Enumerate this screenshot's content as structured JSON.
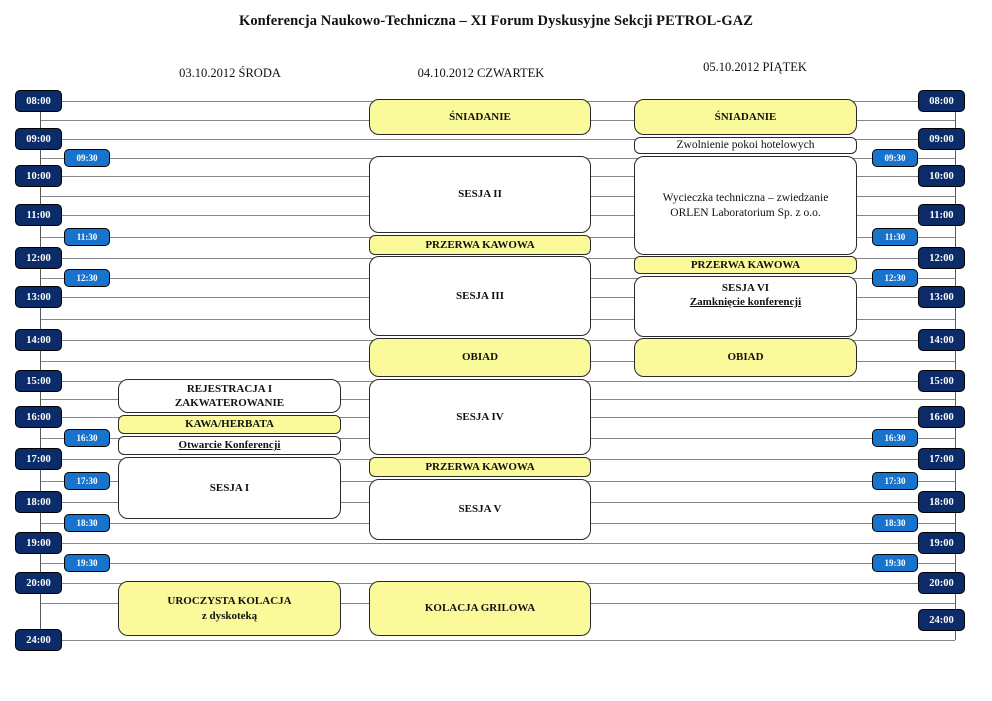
{
  "title": "Konferencja Naukowo-Techniczna – XI Forum Dyskusyjne Sekcji PETROL-GAZ",
  "colors": {
    "hour_chip": "#0b2c68",
    "half_hour_chip": "#1873cc",
    "event_yellow": "#fbfa9b",
    "event_white": "#ffffff",
    "grid_line": "#858585",
    "text": "#111111"
  },
  "timeline": {
    "hours": [
      "08:00",
      "09:00",
      "10:00",
      "11:00",
      "12:00",
      "13:00",
      "14:00",
      "15:00",
      "16:00",
      "17:00",
      "18:00",
      "19:00",
      "20:00",
      "24:00"
    ],
    "half_hours": [
      "09:30",
      "11:30",
      "12:30",
      "16:30",
      "17:30",
      "18:30",
      "19:30"
    ]
  },
  "days": [
    {
      "header": "03.10.2012 ŚRODA",
      "events": [
        {
          "start": "15:00",
          "end": "16:00",
          "style": "white",
          "lines": [
            {
              "text": "REJESTRACJA I",
              "bold": true
            },
            {
              "text": "ZAKWATEROWANIE",
              "bold": true
            }
          ]
        },
        {
          "start": "16:00",
          "end": "16:30",
          "style": "yellow",
          "lines": [
            {
              "text": "KAWA/HERBATA",
              "bold": true
            }
          ]
        },
        {
          "start": "16:30",
          "end": "17:00",
          "style": "white",
          "lines": [
            {
              "text": "Otwarcie Konferencji",
              "bold": true,
              "underline": true
            }
          ]
        },
        {
          "start": "17:00",
          "end": "18:30",
          "style": "white",
          "lines": [
            {
              "text": "SESJA I",
              "bold": true
            }
          ]
        },
        {
          "start": "20:00",
          "end": "24:00",
          "style": "yellow",
          "lines": [
            {
              "text": "UROCZYSTA KOLACJA",
              "bold": true
            },
            {
              "text": "z dyskoteką",
              "bold": true
            }
          ]
        }
      ]
    },
    {
      "header": "04.10.2012 CZWARTEK",
      "events": [
        {
          "start": "08:00",
          "end": "09:00",
          "style": "yellow",
          "lines": [
            {
              "text": "ŚNIADANIE",
              "bold": true
            }
          ]
        },
        {
          "start": "09:30",
          "end": "11:30",
          "style": "white",
          "lines": [
            {
              "text": "SESJA II",
              "bold": true
            }
          ]
        },
        {
          "start": "11:30",
          "end": "12:00",
          "style": "yellow",
          "lines": [
            {
              "text": "PRZERWA KAWOWA",
              "bold": true
            }
          ]
        },
        {
          "start": "12:00",
          "end": "14:00",
          "style": "white",
          "lines": [
            {
              "text": "SESJA III",
              "bold": true
            }
          ]
        },
        {
          "start": "14:00",
          "end": "15:00",
          "style": "yellow",
          "lines": [
            {
              "text": "OBIAD",
              "bold": true
            }
          ]
        },
        {
          "start": "15:00",
          "end": "17:00",
          "style": "white",
          "lines": [
            {
              "text": "SESJA IV",
              "bold": true
            }
          ]
        },
        {
          "start": "17:00",
          "end": "17:30",
          "style": "yellow",
          "lines": [
            {
              "text": "PRZERWA KAWOWA",
              "bold": true
            }
          ]
        },
        {
          "start": "17:30",
          "end": "19:00",
          "style": "white",
          "lines": [
            {
              "text": "SESJA V",
              "bold": true
            }
          ]
        },
        {
          "start": "20:00",
          "end": "24:00",
          "style": "yellow",
          "lines": [
            {
              "text": "KOLACJA GRILOWA",
              "bold": true
            }
          ]
        }
      ]
    },
    {
      "header": "05.10.2012 PIĄTEK",
      "events": [
        {
          "start": "08:00",
          "end": "09:00",
          "style": "yellow",
          "lines": [
            {
              "text": "ŚNIADANIE",
              "bold": true
            }
          ]
        },
        {
          "start": "09:00",
          "end": "09:30",
          "style": "white",
          "lines": [
            {
              "text": "Zwolnienie pokoi hotelowych",
              "bold": false
            }
          ]
        },
        {
          "start": "09:30",
          "end": "12:00",
          "style": "white",
          "lines": [
            {
              "text": "Wycieczka techniczna – zwiedzanie",
              "bold": false
            },
            {
              "text": "ORLEN Laboratorium Sp. z o.o.",
              "bold": false
            }
          ]
        },
        {
          "start": "12:00",
          "end": "12:30",
          "style": "yellow",
          "lines": [
            {
              "text": "PRZERWA KAWOWA",
              "bold": true
            }
          ]
        },
        {
          "start": "12:30",
          "end": "14:00",
          "style": "white",
          "valign": "top",
          "lines": [
            {
              "text": "SESJA VI",
              "bold": true
            },
            {
              "text": "Zamknięcie konferencji",
              "bold": true,
              "underline": true
            }
          ]
        },
        {
          "start": "14:00",
          "end": "15:00",
          "style": "yellow",
          "lines": [
            {
              "text": "OBIAD",
              "bold": true
            }
          ]
        }
      ]
    }
  ]
}
